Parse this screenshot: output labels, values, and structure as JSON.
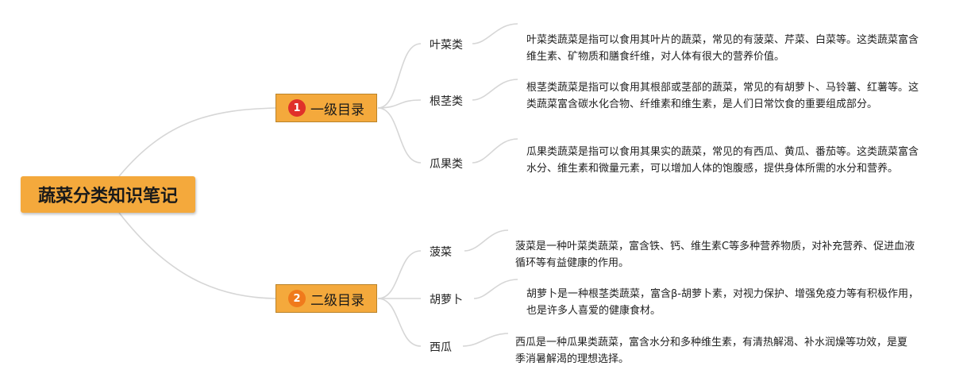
{
  "root": {
    "label": "蔬菜分类知识笔记"
  },
  "branches": [
    {
      "badge": "1",
      "label": "一级目录",
      "items": [
        {
          "topic": "叶菜类",
          "desc": "叶菜类蔬菜是指可以食用其叶片的蔬菜，常见的有菠菜、芹菜、白菜等。这类蔬菜富含维生素、矿物质和膳食纤维，对人体有很大的营养价值。"
        },
        {
          "topic": "根茎类",
          "desc": "根茎类蔬菜是指可以食用其根部或茎部的蔬菜，常见的有胡萝卜、马铃薯、红薯等。这类蔬菜富含碳水化合物、纤维素和维生素，是人们日常饮食的重要组成部分。"
        },
        {
          "topic": "瓜果类",
          "desc": "瓜果类蔬菜是指可以食用其果实的蔬菜，常见的有西瓜、黄瓜、番茄等。这类蔬菜富含水分、维生素和微量元素，可以增加人体的饱腹感，提供身体所需的水分和营养。"
        }
      ]
    },
    {
      "badge": "2",
      "label": "二级目录",
      "items": [
        {
          "topic": "菠菜",
          "desc": "菠菜是一种叶菜类蔬菜，富含铁、钙、维生素C等多种营养物质，对补充营养、促进血液循环等有益健康的作用。"
        },
        {
          "topic": "胡萝卜",
          "desc": "胡萝卜是一种根茎类蔬菜，富含β-胡萝卜素，对视力保护、增强免疫力等有积极作用，也是许多人喜爱的健康食材。"
        },
        {
          "topic": "西瓜",
          "desc": "西瓜是一种瓜果类蔬菜，富含水分和多种维生素，有清热解渴、补水润燥等功效，是夏季消暑解渴的理想选择。"
        }
      ]
    }
  ],
  "colors": {
    "node_fill": "#f4a93c",
    "badge_1": "#e0302a",
    "badge_2": "#f07a1c",
    "connector": "#d6d6d6"
  }
}
